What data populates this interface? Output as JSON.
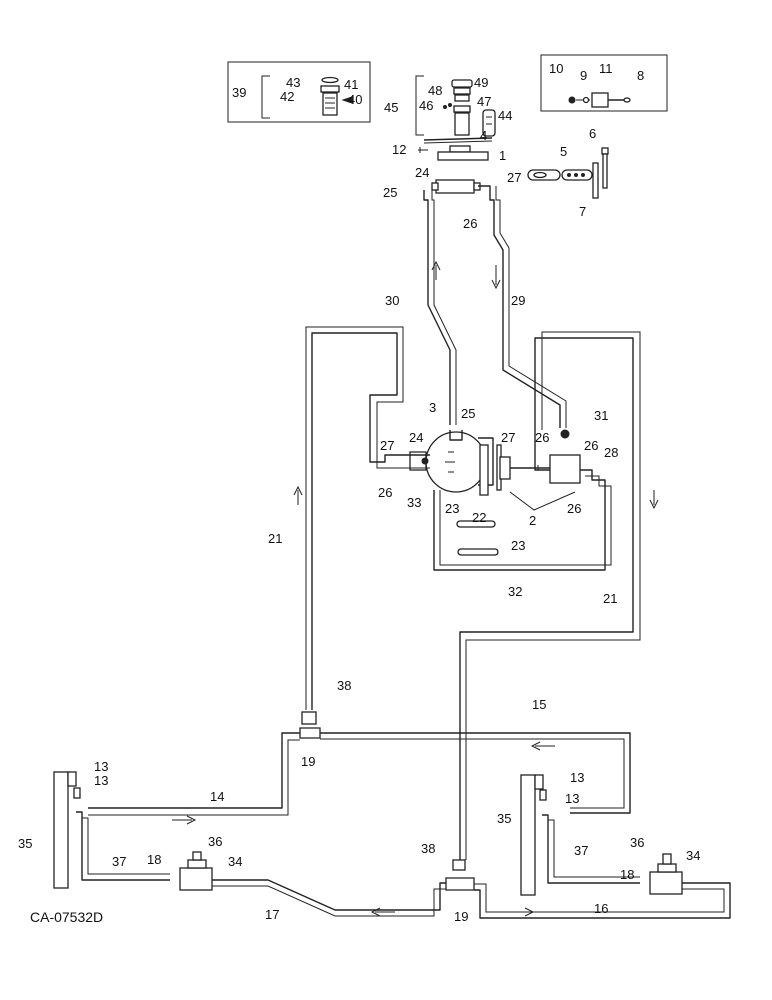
{
  "diagram": {
    "reference_code": "CA-07532D",
    "callouts": [
      "1",
      "2",
      "3",
      "4",
      "5",
      "6",
      "7",
      "8",
      "9",
      "10",
      "11",
      "12",
      "13",
      "14",
      "15",
      "16",
      "17",
      "18",
      "19",
      "21",
      "22",
      "23",
      "24",
      "25",
      "26",
      "27",
      "28",
      "29",
      "30",
      "31",
      "32",
      "33",
      "34",
      "35",
      "36",
      "37",
      "38",
      "39",
      "40",
      "41",
      "42",
      "43",
      "44",
      "45",
      "46",
      "47",
      "48",
      "49"
    ]
  }
}
